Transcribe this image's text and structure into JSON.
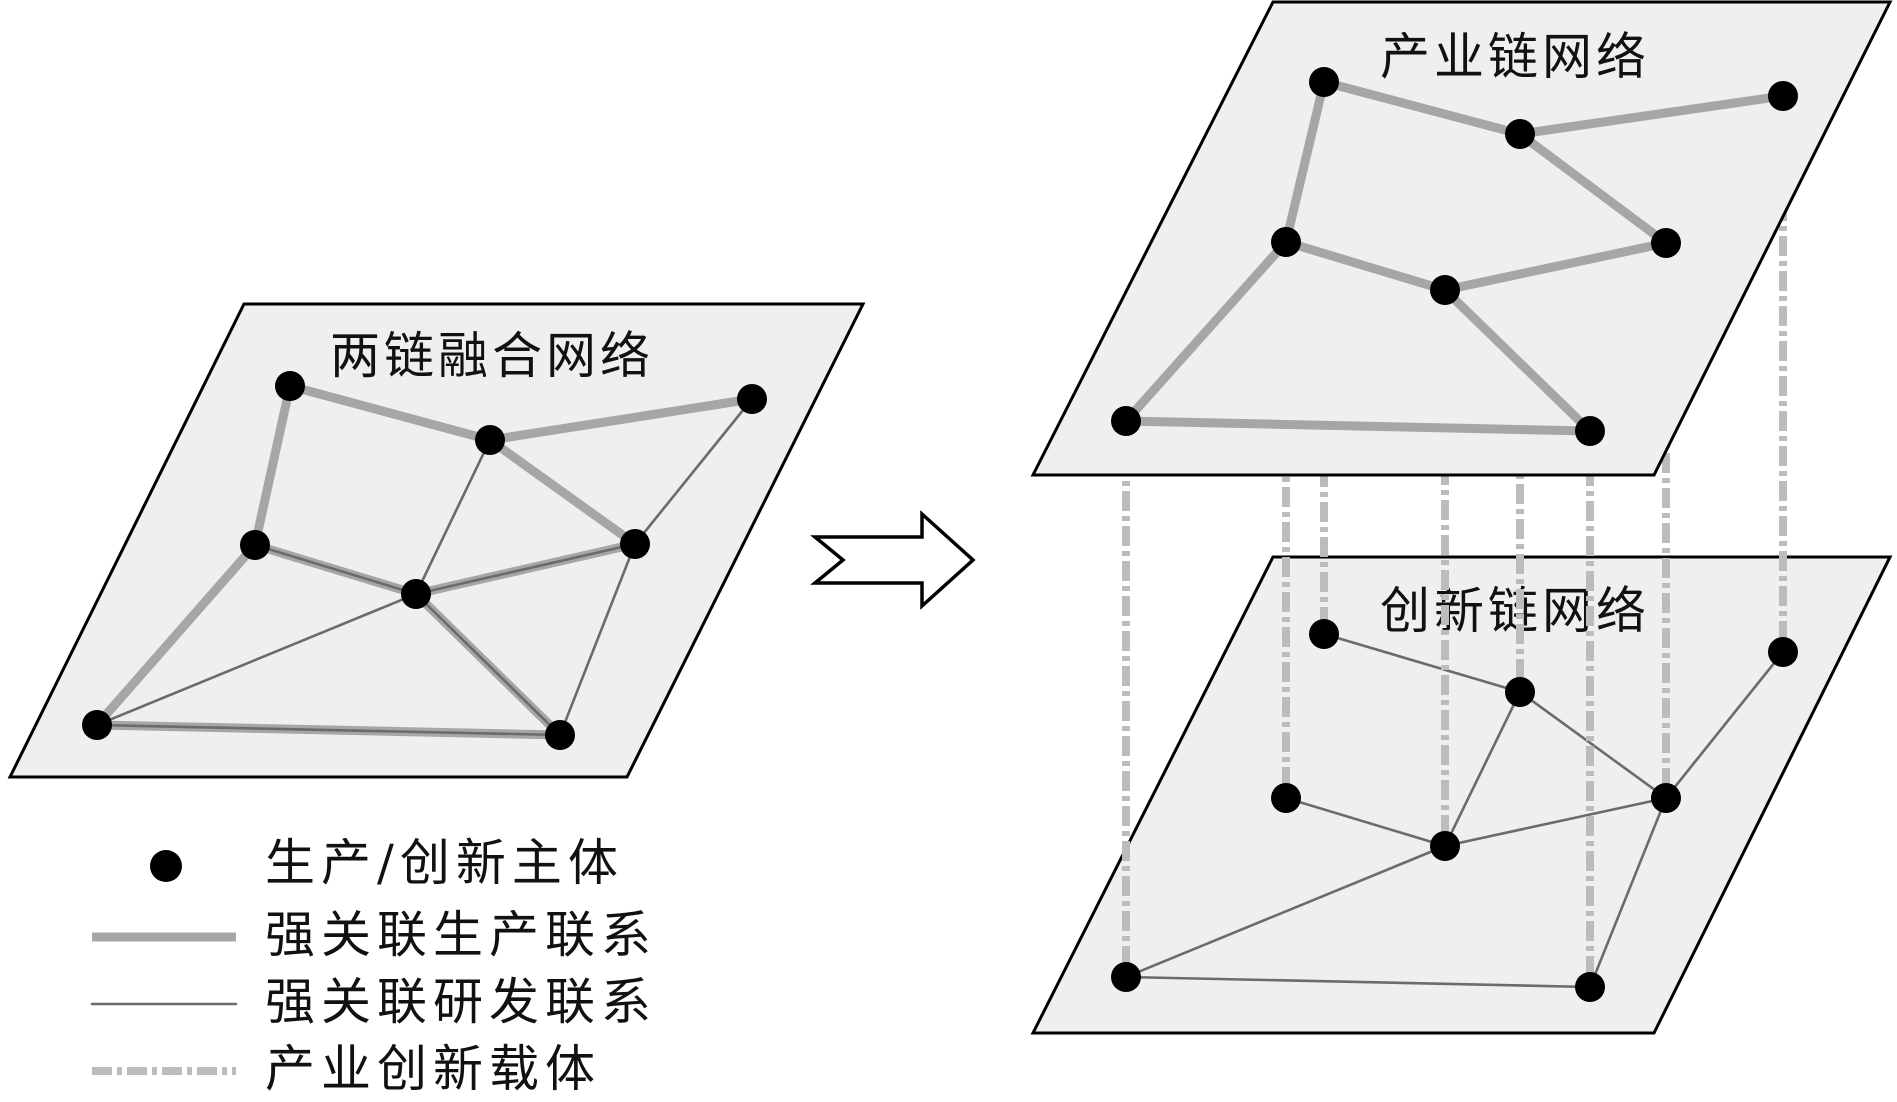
{
  "panels": {
    "merged_title": "两链融合网络",
    "industry_title": "产业链网络",
    "innovation_title": "创新链网络"
  },
  "legend": {
    "entity": "生产/创新主体",
    "strong_production": "强关联生产联系",
    "strong_rd": "强关联研发联系",
    "carrier": "产业创新载体"
  },
  "colors": {
    "plane_fill": "#efefef",
    "strong_line": "#a6a6a6",
    "rd_line": "#6b6b6b",
    "carrier_line": "#bcbcbc",
    "node": "#000000"
  }
}
